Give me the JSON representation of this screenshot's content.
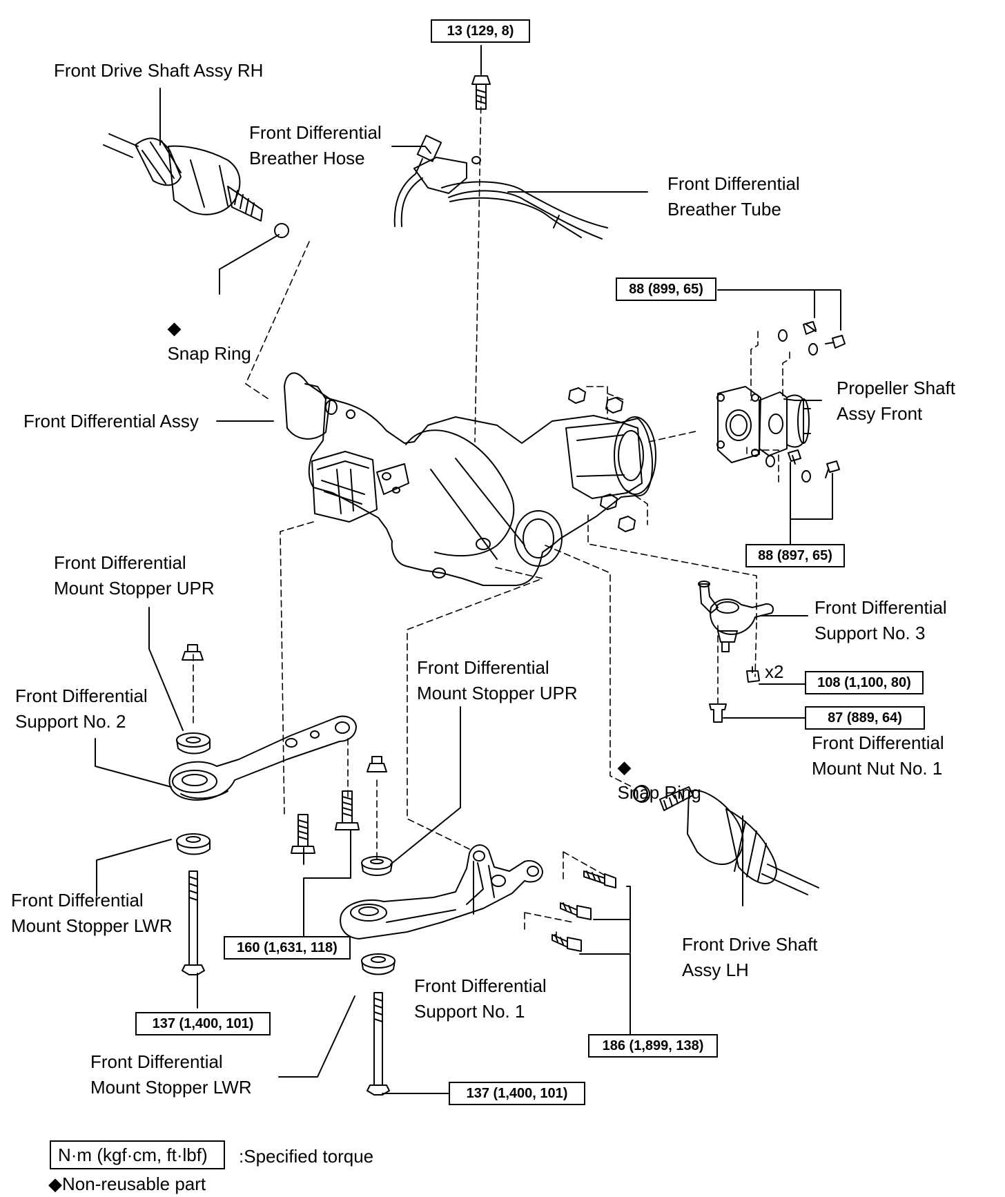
{
  "labels": {
    "drive_shaft_rh": "Front Drive Shaft Assy RH",
    "breather_hose": "Front Differential\nBreather Hose",
    "breather_tube": "Front Differential\nBreather Tube",
    "snap_ring_top": "Snap Ring",
    "diff_assy": "Front Differential Assy",
    "propeller_shaft": "Propeller Shaft\nAssy Front",
    "mount_stopper_upr_left": "Front Differential\nMount Stopper UPR",
    "support_no3": "Front Differential\nSupport No. 3",
    "support_no2": "Front Differential\nSupport No. 2",
    "mount_stopper_upr_mid": "Front Differential\nMount Stopper UPR",
    "snap_ring_right": "Snap Ring",
    "mount_nut_no1": "Front Differential\nMount Nut No. 1",
    "mount_stopper_lwr_left": "Front Differential\nMount Stopper LWR",
    "drive_shaft_lh": "Front Drive Shaft\nAssy LH",
    "support_no1": "Front Differential\nSupport No. 1",
    "mount_stopper_lwr_bottom": "Front Differential\nMount Stopper LWR",
    "x2": "x2"
  },
  "torques": {
    "t13": "13 (129, 8)",
    "t88a": "88 (899, 65)",
    "t88b": "88 (897, 65)",
    "t108": "108 (1,100, 80)",
    "t87": "87 (889, 64)",
    "t160": "160 (1,631, 118)",
    "t137a": "137 (1,400, 101)",
    "t186": "186 (1,899, 138)",
    "t137b": "137 (1,400, 101)"
  },
  "legend": {
    "torque_unit": "N·m (kgf·cm, ft·lbf)",
    "torque_desc": ":Specified torque",
    "non_reusable": "Non-reusable  part"
  },
  "symbols": {
    "non_reusable_mark": "◆"
  }
}
